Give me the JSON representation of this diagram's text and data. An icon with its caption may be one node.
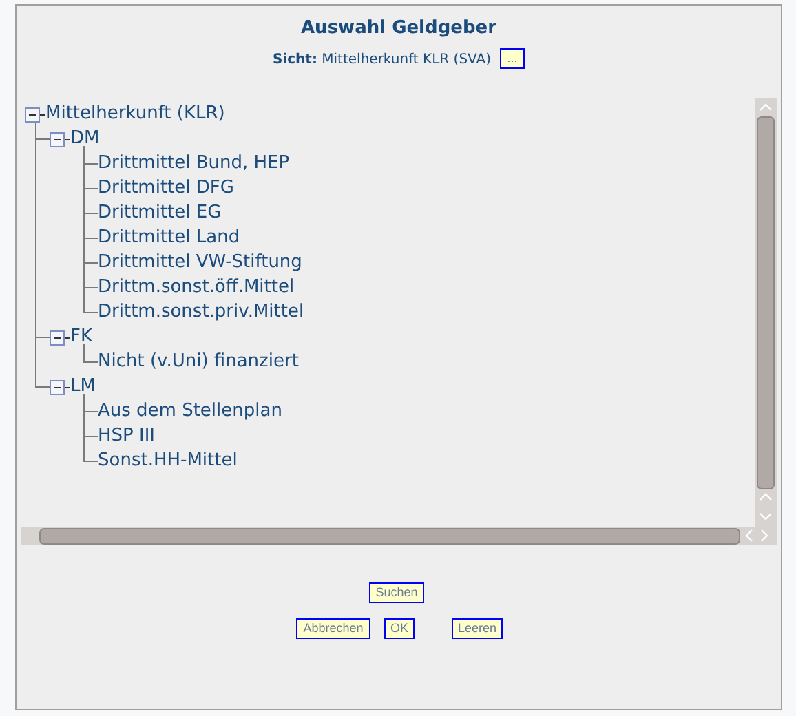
{
  "diagram": {
    "title": "Auswahl Geldgeber",
    "nodes": [
      {
        "text": [
          "Mittelherkunft (KLR)"
        ]
      },
      {
        "text": [
          "DM"
        ]
      },
      {
        "text": [
          "Drittmittel Bund, HEP"
        ]
      },
      {
        "text": [
          "Drittmittel DFG"
        ]
      },
      {
        "text": [
          "Drittmittel EG"
        ]
      },
      {
        "text": [
          "Drittmittel Land"
        ]
      },
      {
        "text": [
          "Drittmittel VW-Stiftung"
        ]
      },
      {
        "text": [
          "Drittm.sonst.öff.Mittel"
        ]
      },
      {
        "text": [
          "Drittm.sonst.priv.Mittel"
        ]
      },
      {
        "text": [
          "FK"
        ]
      },
      {
        "text": [
          "Nicht (v.Uni) finanziert"
        ]
      },
      {
        "text": [
          "LM"
        ]
      },
      {
        "text": [
          "Aus dem Stellenplan"
        ]
      },
      {
        "text": [
          "HSP III"
        ]
      },
      {
        "text": [
          "Sonst.HH-Mittel"
        ]
      }
    ],
    "edges": [
      {
        "from": 0,
        "to": 1,
        "arrow": "none"
      },
      {
        "from": 1,
        "to": 2,
        "arrow": "none"
      },
      {
        "from": 1,
        "to": 3,
        "arrow": "none"
      },
      {
        "from": 1,
        "to": 4,
        "arrow": "none"
      },
      {
        "from": 1,
        "to": 5,
        "arrow": "none"
      },
      {
        "from": 1,
        "to": 6,
        "arrow": "none"
      },
      {
        "from": 1,
        "to": 7,
        "arrow": "none"
      },
      {
        "from": 1,
        "to": 8,
        "arrow": "none"
      },
      {
        "from": 0,
        "to": 9,
        "arrow": "none"
      },
      {
        "from": 9,
        "to": 10,
        "arrow": "none"
      },
      {
        "from": 0,
        "to": 11,
        "arrow": "none"
      },
      {
        "from": 11,
        "to": 12,
        "arrow": "none"
      },
      {
        "from": 11,
        "to": 13,
        "arrow": "none"
      },
      {
        "from": 11,
        "to": 14,
        "arrow": "none"
      }
    ],
    "labels": [
      "**Sicht:** Mittelherkunft KLR (SVA)",
      "...",
      "Suchen",
      "Abbrechen",
      "OK",
      "Leeren"
    ]
  }
}
